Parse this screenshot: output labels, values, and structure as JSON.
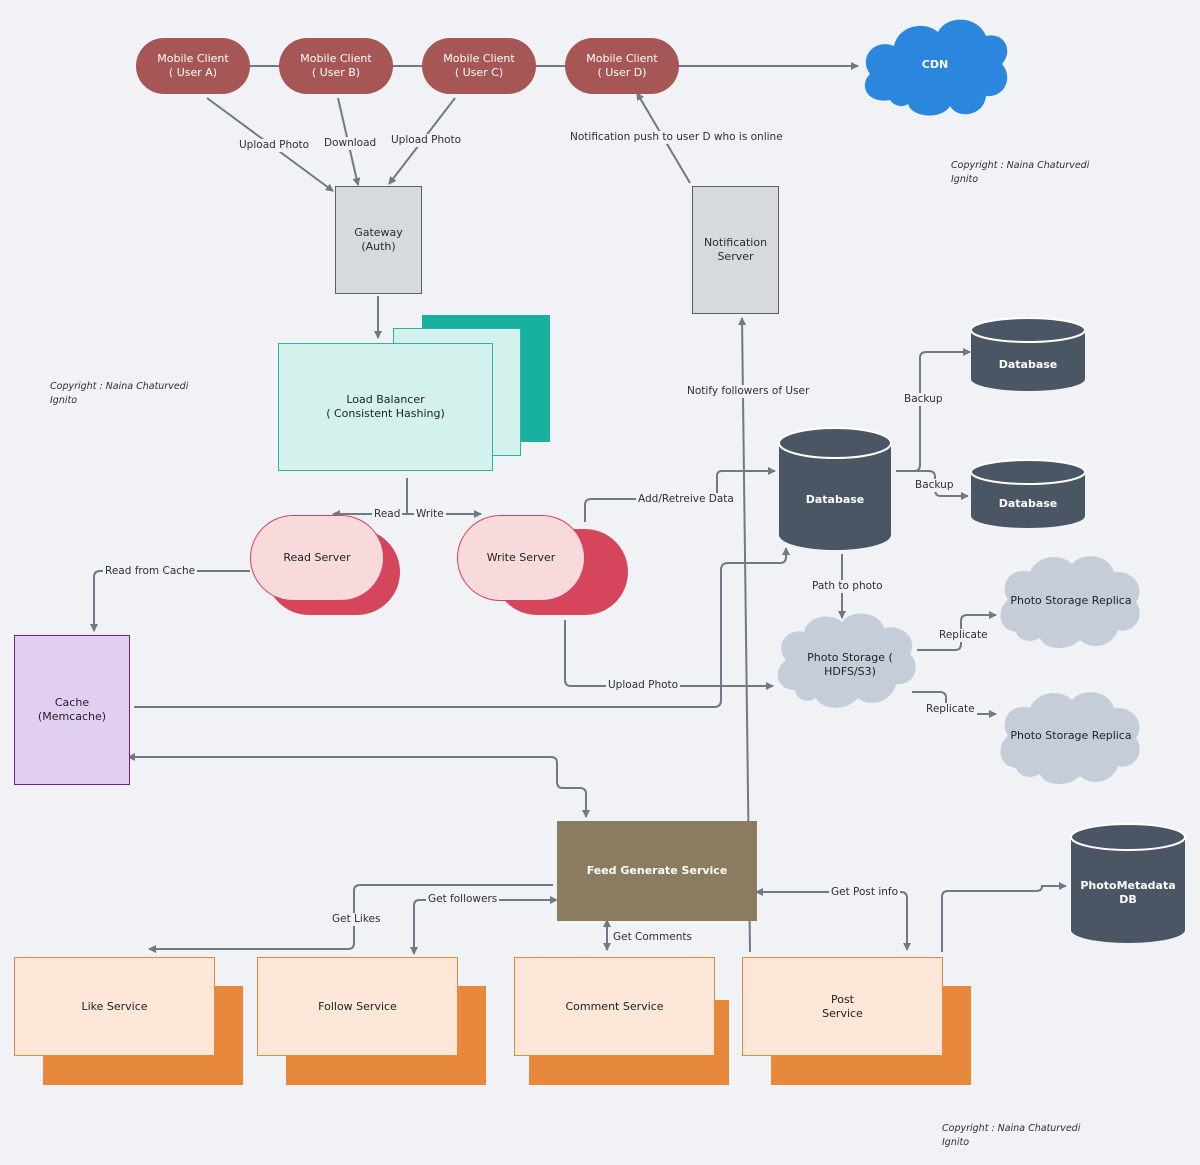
{
  "clients": {
    "a": "Mobile Client\n( User A)",
    "b": "Mobile Client\n( User B)",
    "c": "Mobile Client\n( User C)",
    "d": "Mobile Client\n( User D)"
  },
  "cdn": "CDN",
  "gateway": "Gateway\n(Auth)",
  "notification_server": "Notification\nServer",
  "load_balancer": "Load Balancer\n( Consistent Hashing)",
  "read_server": "Read Server",
  "write_server": "Write Server",
  "cache": "Cache\n(Memcache)",
  "databases": {
    "main": "Database",
    "backup1": "Database",
    "backup2": "Database",
    "photo_metadata": "PhotoMetadata DB"
  },
  "photo_storage": "Photo Storage ( HDFS/S3)",
  "replica1": "Photo Storage Replica",
  "replica2": "Photo Storage Replica",
  "feed_service": "Feed Generate Service",
  "services": {
    "like": "Like Service",
    "follow": "Follow Service",
    "comment": "Comment Service",
    "post": "Post\nService"
  },
  "edge_labels": {
    "upload_a": "Upload Photo",
    "download_b": "Download",
    "upload_c": "Upload Photo",
    "notify_push": "Notification push to user D who is online",
    "notify_followers": "Notify followers of User",
    "read": "Read",
    "write": "Write",
    "add_retrieve": "Add/Retreive Data",
    "read_cache": "Read from Cache",
    "upload_photo": "Upload Photo",
    "backup1": "Backup",
    "backup2": "Backup",
    "path_to_photo": "Path to photo",
    "replicate1": "Replicate",
    "replicate2": "Replicate",
    "get_likes": "Get Likes",
    "get_followers": "Get followers",
    "get_comments": "Get Comments",
    "get_post_info": "Get Post info"
  },
  "copyright": {
    "top_right": "Copyright : Naina Chaturvedi\nIgnito",
    "left": "Copyright : Naina Chaturvedi\nIgnito",
    "bottom": "Copyright : Naina Chaturvedi\nIgnito"
  },
  "colors": {
    "client": "#a65654",
    "cdn": "#2b87de",
    "database": "#4a5663",
    "cloud": "#c5ced8",
    "feed": "#8b7c5f",
    "service_shadow": "#e8883a",
    "edge": "#6f7a85"
  }
}
